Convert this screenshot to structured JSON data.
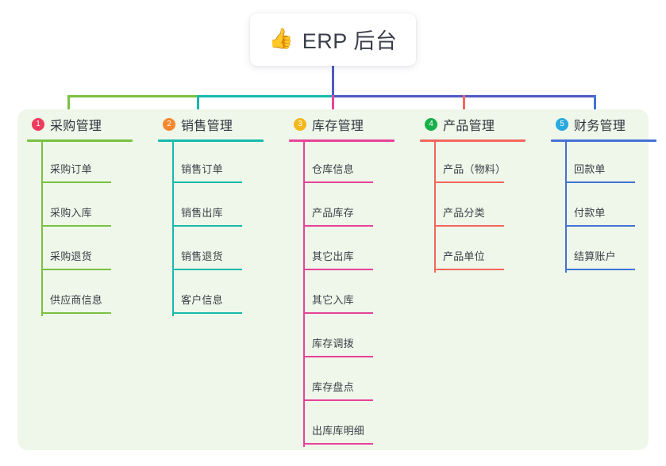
{
  "root": {
    "icon": "thumbs-up-icon",
    "emoji": "👍",
    "title": "ERP 后台"
  },
  "colors": {
    "panel_background": "#eef7e9",
    "page_background": "#ffffff",
    "trunk": "#4f5bc4",
    "title_text": "#3a3f4a"
  },
  "connector": {
    "trunk_color": "#4f5bc4",
    "bus_segments": [
      {
        "name": "bus-green",
        "color": "#7ac143"
      },
      {
        "name": "bus-teal",
        "color": "#17b9ac"
      },
      {
        "name": "bus-blue",
        "color": "#4f5bc4"
      }
    ]
  },
  "columns": [
    {
      "number": "1",
      "title": "采购管理",
      "badge_color": "#ef3b5b",
      "line_color": "#7ac143",
      "drop_color": "#7ac143",
      "items": [
        "采购订单",
        "采购入库",
        "采购退货",
        "供应商信息"
      ]
    },
    {
      "number": "2",
      "title": "销售管理",
      "badge_color": "#f6872c",
      "line_color": "#17b9ac",
      "drop_color": "#17b9ac",
      "items": [
        "销售订单",
        "销售出库",
        "销售退货",
        "客户信息"
      ]
    },
    {
      "number": "3",
      "title": "库存管理",
      "badge_color": "#f4b81c",
      "line_color": "#e8439a",
      "drop_color": "#e8439a",
      "items": [
        "仓库信息",
        "产品库存",
        "其它出库",
        "其它入库",
        "库存调拨",
        "库存盘点",
        "出库库明细"
      ]
    },
    {
      "number": "4",
      "title": "产品管理",
      "badge_color": "#18b04a",
      "line_color": "#f4675f",
      "drop_color": "#f4675f",
      "items": [
        "产品（物料）",
        "产品分类",
        "产品单位"
      ]
    },
    {
      "number": "5",
      "title": "财务管理",
      "badge_color": "#29a9e0",
      "line_color": "#4472d6",
      "drop_color": "#4472d6",
      "items": [
        "回款单",
        "付款单",
        "结算账户"
      ]
    }
  ]
}
